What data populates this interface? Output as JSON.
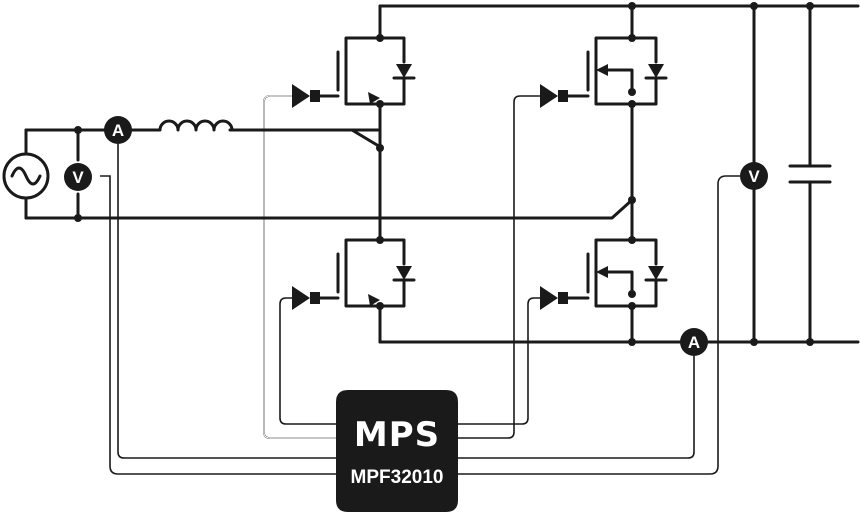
{
  "diagram": {
    "controller": {
      "logo": "MPS",
      "part_number": "MPF32010"
    },
    "meters": {
      "ammeter_symbol": "A",
      "voltmeter_symbol": "V"
    },
    "colors": {
      "ink": "#1a1a1a",
      "background": "#ffffff",
      "chip_fill": "#1a1a1a",
      "chip_text": "#ffffff"
    },
    "components": [
      "ac-source",
      "inductor",
      "igbt-high-left",
      "igbt-low-left",
      "igbt-high-right",
      "igbt-low-right",
      "gate-driver",
      "dc-link-capacitor",
      "ammeter",
      "voltmeter"
    ]
  }
}
